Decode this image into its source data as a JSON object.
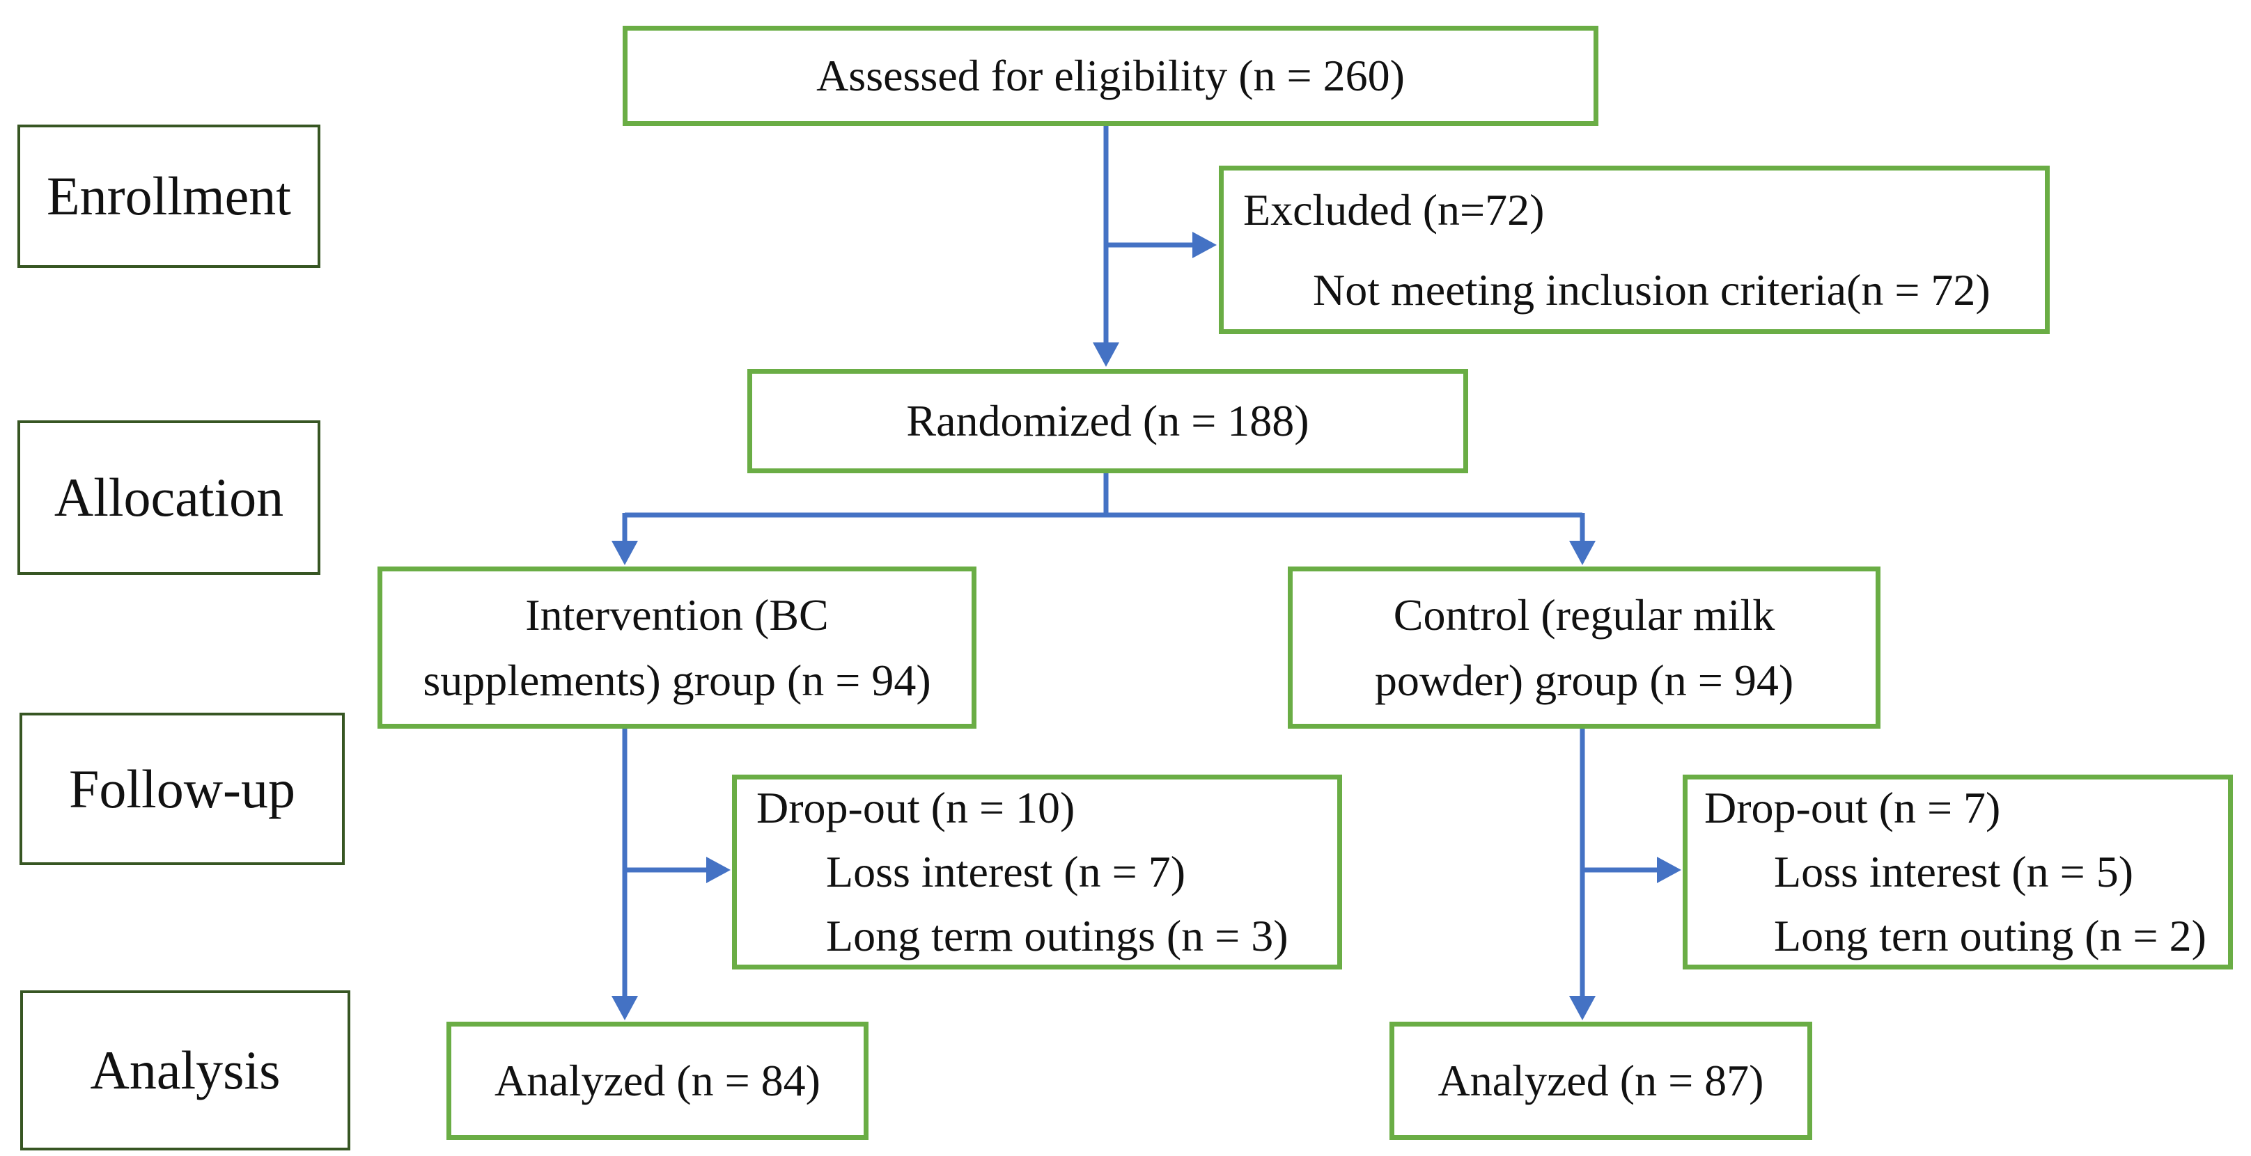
{
  "colors": {
    "flow_box_border": "#6aad45",
    "stage_box_border": "#375623",
    "arrow": "#4472c4",
    "text": "#111111",
    "background": "#ffffff"
  },
  "stages": {
    "enrollment": "Enrollment",
    "allocation": "Allocation",
    "followup": "Follow-up",
    "analysis": "Analysis"
  },
  "nodes": {
    "assessed": {
      "lines": [
        "Assessed for eligibility (n = 260)"
      ]
    },
    "excluded": {
      "lines": [
        "Excluded (n=72)",
        "Not meeting inclusion criteria(n = 72)"
      ]
    },
    "randomized": {
      "lines": [
        "Randomized (n = 188)"
      ]
    },
    "intervention": {
      "lines": [
        "Intervention (BC",
        "supplements) group (n = 94)"
      ]
    },
    "control": {
      "lines": [
        "Control (regular milk",
        "powder) group (n = 94)"
      ]
    },
    "dropout_intervention": {
      "lines": [
        "Drop-out (n = 10)",
        "Loss interest (n = 7)",
        "Long term outings (n = 3)"
      ]
    },
    "dropout_control": {
      "lines": [
        "Drop-out (n = 7)",
        "Loss interest (n = 5)",
        "Long tern outing (n = 2)"
      ]
    },
    "analyzed_intervention": {
      "lines": [
        "Analyzed (n = 84)"
      ]
    },
    "analyzed_control": {
      "lines": [
        "Analyzed (n = 87)"
      ]
    }
  }
}
